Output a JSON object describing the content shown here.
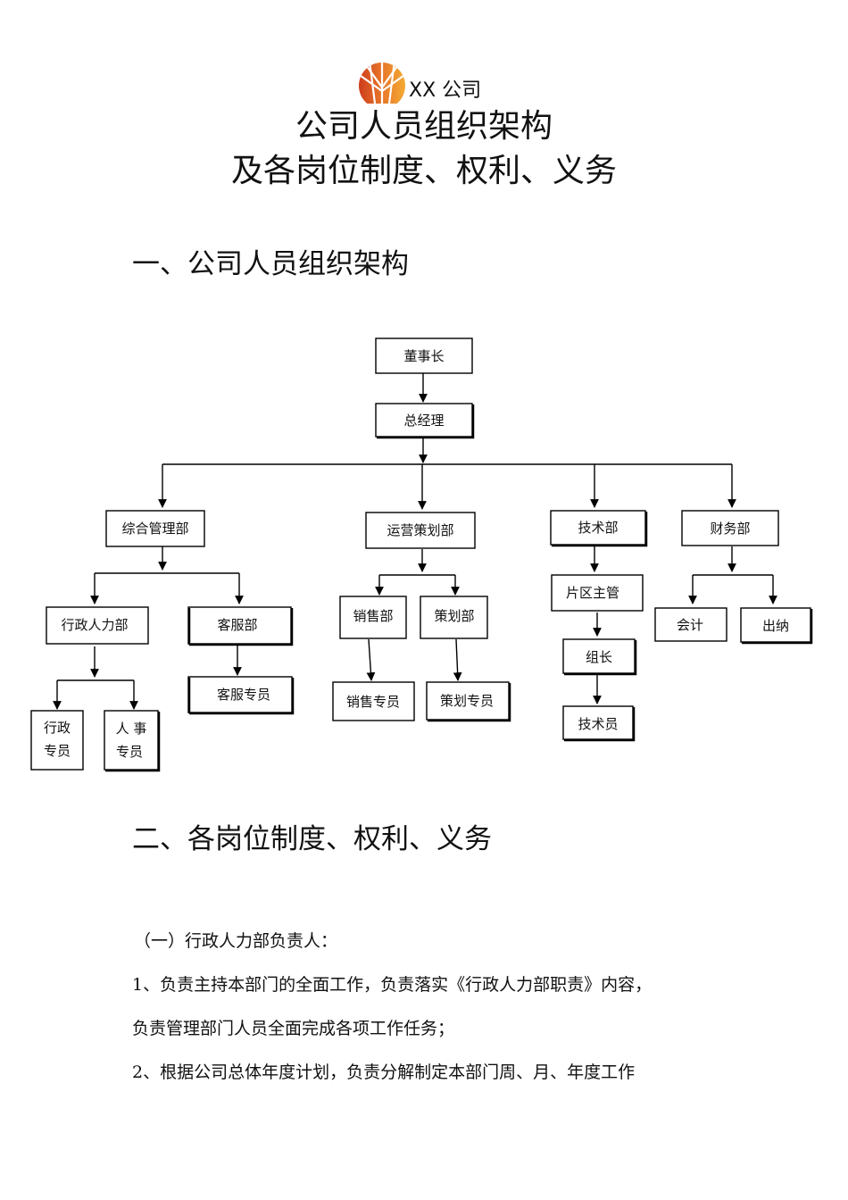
{
  "header": {
    "company_name": "XX 公司",
    "title_line_1": "公司人员组织架构",
    "title_line_2": "及各岗位制度、权利、义务"
  },
  "sections": {
    "section_1_heading": "一、公司人员组织架构",
    "section_2_heading": "二、各岗位制度、权利、义务"
  },
  "org_chart": {
    "chairman": "董事长",
    "general_manager": "总经理",
    "general_admin_dept": "综合管理部",
    "admin_hr_dept": "行政人力部",
    "customer_service_dept": "客服部",
    "customer_service_specialist": "客服专员",
    "admin_specialist": [
      "行政",
      "专员"
    ],
    "hr_specialist": [
      "人 事",
      "专员"
    ],
    "operations_planning_dept": "运营策划部",
    "sales_dept": "销售部",
    "planning_dept": "策划部",
    "sales_specialist": "销售专员",
    "planning_specialist": "策划专员",
    "technical_dept": "技术部",
    "area_supervisor": "片区主管",
    "team_leader": "组长",
    "technician": "技术员",
    "finance_dept": "财务部",
    "accountant": "会计",
    "cashier": "出纳"
  },
  "body": {
    "subsection_1": "（一）行政人力部负责人：",
    "para_1_line_1": "1、负责主持本部门的全面工作，负责落实《行政人力部职责》内容，",
    "para_1_line_2": "负责管理部门人员全面完成各项工作任务；",
    "para_2_line_1": "2、根据公司总体年度计划，负责分解制定本部门周、月、年度工作"
  },
  "colors": {
    "logo_dark": "#c9341b",
    "logo_mid": "#e8762a",
    "logo_light": "#f5b335"
  }
}
